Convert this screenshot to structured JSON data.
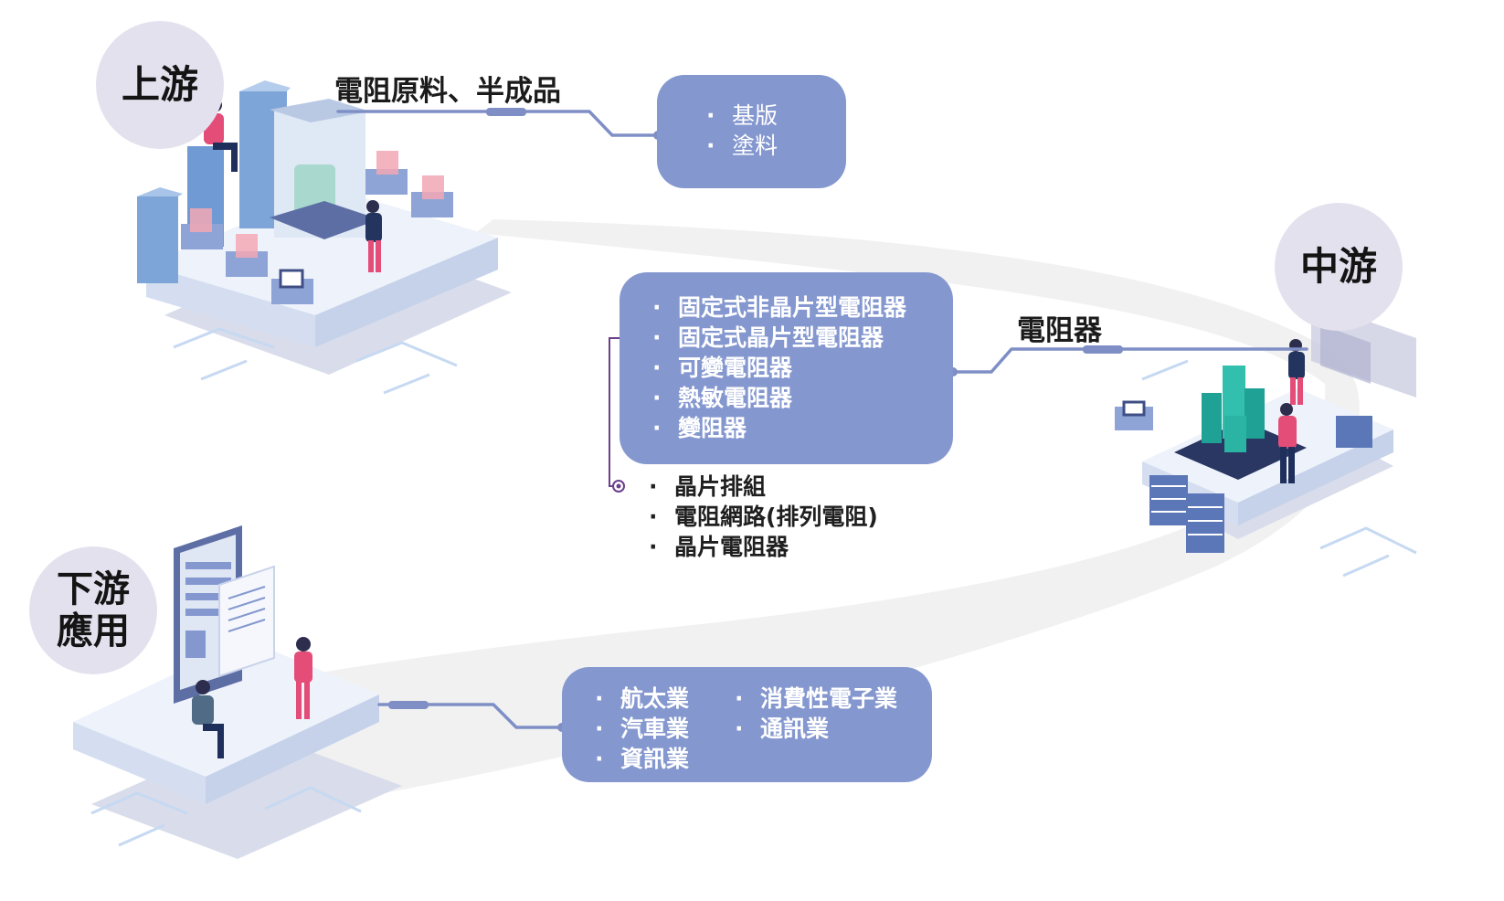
{
  "stages": {
    "upstream": {
      "label": "上游",
      "heading": "電阻原料、半成品",
      "items": [
        "基版",
        "塗料"
      ]
    },
    "midstream": {
      "label": "中游",
      "heading": "電阻器",
      "items": [
        "固定式非晶片型電阻器",
        "固定式晶片型電阻器",
        "可變電阻器",
        "熱敏電阻器",
        "變阻器"
      ],
      "sub_items": [
        "晶片排組",
        "電阻網路(排列電阻)",
        "晶片電阻器"
      ]
    },
    "downstream": {
      "label_line1": "下游",
      "label_line2": "應用",
      "items_col1": [
        "航太業",
        "汽車業",
        "資訊業"
      ],
      "items_col2": [
        "消費性電子業",
        "通訊業"
      ]
    }
  },
  "colors": {
    "box_fill": "#8497cf",
    "connector": "#7f8fc6",
    "circle_fill": "#e4e1ee",
    "sub_connector": "#6b3f8c",
    "arc_fill": "#ececec"
  }
}
